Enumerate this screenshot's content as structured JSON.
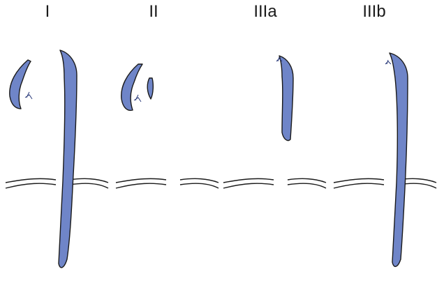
{
  "figure": {
    "panels": [
      {
        "id": "I",
        "label": "I",
        "dissection_extent": "ascending-and-descending"
      },
      {
        "id": "II",
        "label": "II",
        "dissection_extent": "ascending-only"
      },
      {
        "id": "IIIa",
        "label": "IIIa",
        "dissection_extent": "descending-thoracic"
      },
      {
        "id": "IIIb",
        "label": "IIIb",
        "dissection_extent": "descending-to-abdominal"
      }
    ],
    "colors": {
      "false_lumen": "#6f85c8",
      "outline": "#1a1a1a",
      "background": "#ffffff"
    }
  }
}
